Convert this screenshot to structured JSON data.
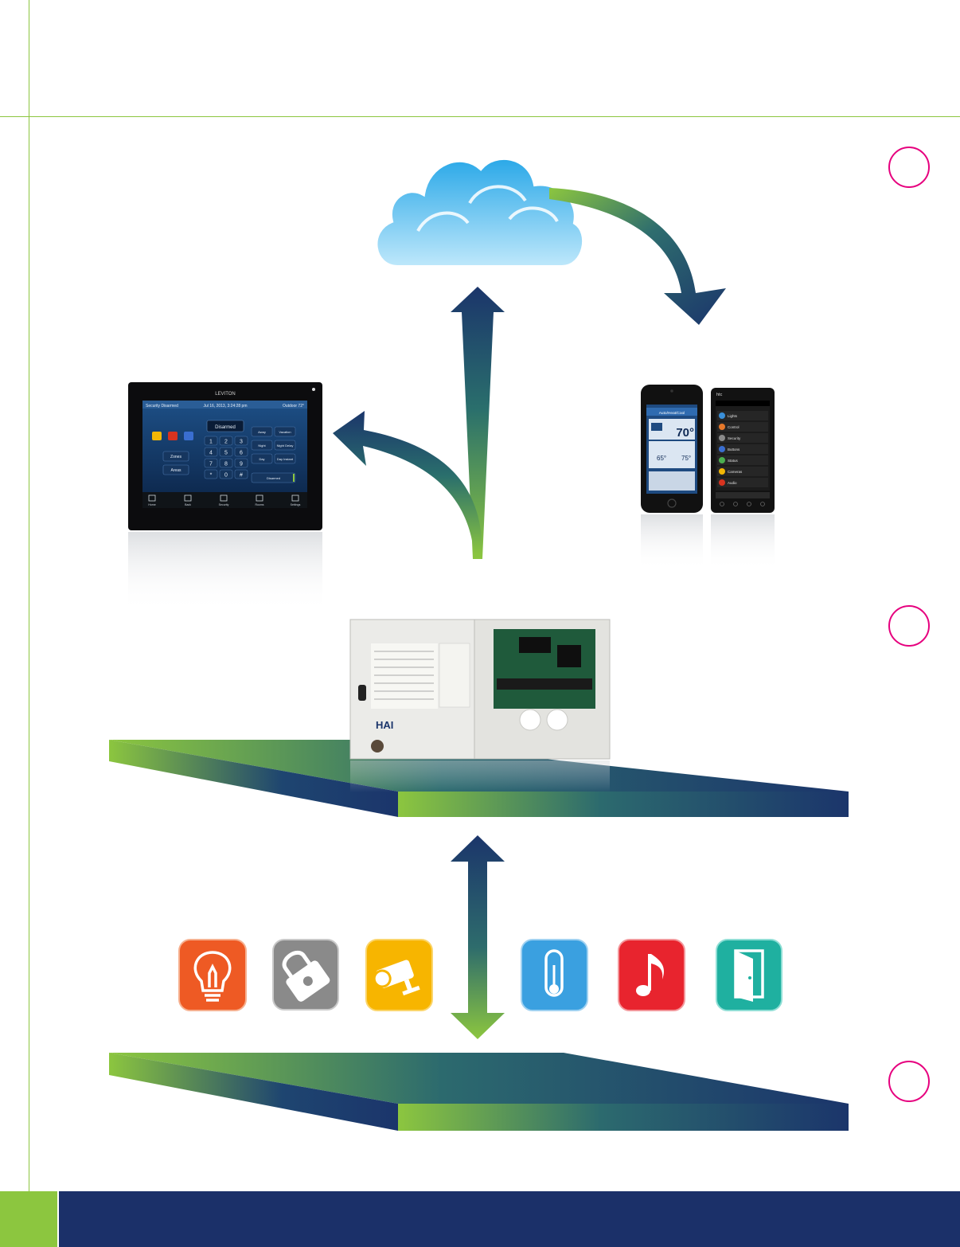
{
  "tablet": {
    "brand": "LEVITON",
    "status_left": "Security Disarmed",
    "status_center": "Jul 16, 2013, 3:24:28 pm",
    "status_right": "Outdoor 72°",
    "display": "Disarmed",
    "keys": [
      "1",
      "2",
      "3",
      "4",
      "5",
      "6",
      "7",
      "8",
      "9",
      "*",
      "0",
      "#"
    ],
    "left_buttons": [
      "Zones",
      "Areas"
    ],
    "mode_buttons": [
      "Away",
      "Vacation",
      "Night",
      "Night Delay",
      "Day",
      "Day Instant",
      "Disarmed"
    ],
    "nav": [
      "Home",
      "Back",
      "Security",
      "Rooms",
      "Settings"
    ]
  },
  "iphone": {
    "header": "Auto/Heat/Cool",
    "temp": "70°",
    "heat": "65°",
    "cool": "75°"
  },
  "android": {
    "brand": "htc",
    "menu": [
      "Lights",
      "Control",
      "Security",
      "Buttons",
      "Status",
      "Cameras",
      "Audio"
    ]
  },
  "controller": {
    "brand": "HAI"
  },
  "colors": {
    "navy": "#1b356b",
    "green": "#8cc63f",
    "accent_pink": "#e6007e",
    "footer": "#1b3069"
  },
  "devices": [
    {
      "icon": "lightbulb-icon",
      "color": "#ee5a24"
    },
    {
      "icon": "padlock-icon",
      "color": "#8a8a8a"
    },
    {
      "icon": "camera-icon",
      "color": "#f7b500"
    },
    {
      "icon": "thermometer-icon",
      "color": "#3aa0e0"
    },
    {
      "icon": "music-note-icon",
      "color": "#e8242e"
    },
    {
      "icon": "door-icon",
      "color": "#1fb0a0"
    }
  ]
}
